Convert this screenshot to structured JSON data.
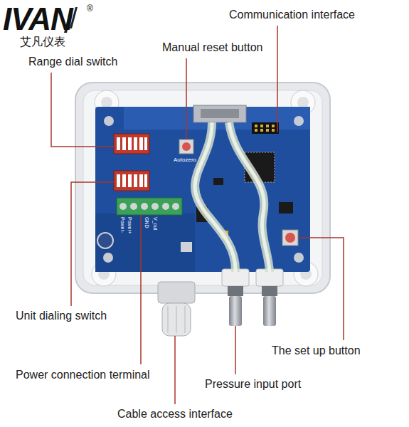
{
  "diagram": {
    "labels": [
      "IVAN",
      "®",
      "艾凡仪表",
      "Communication interface",
      "Manual reset button",
      "Range dial switch",
      "Unit dialing switch",
      "The set up button",
      "Power connection terminal",
      "Pressure input port",
      "Cable access interface",
      "Autozero",
      "Power-",
      "Power+",
      "GND",
      "V_out"
    ]
  }
}
